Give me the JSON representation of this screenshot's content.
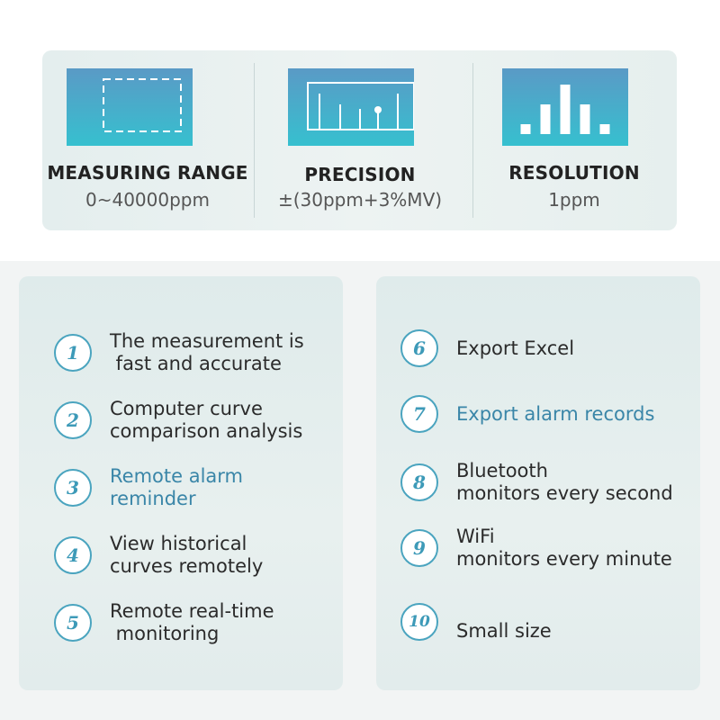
{
  "specs": [
    {
      "icon": "dashed-frame-icon",
      "title": "MEASURING RANGE",
      "value": "0~40000ppm"
    },
    {
      "icon": "ruler-scale-icon",
      "title": "PRECISION",
      "value": "±(30ppm+3%MV)"
    },
    {
      "icon": "pixel-triangle-icon",
      "title": "RESOLUTION",
      "value": "1ppm"
    }
  ],
  "features_left": [
    {
      "num": "1",
      "line1": "The measurement is",
      "line2": " fast and accurate"
    },
    {
      "num": "2",
      "line1": "Computer curve",
      "line2": "comparison analysis"
    },
    {
      "num": "3",
      "line1": "Remote alarm",
      "line2": "reminder"
    },
    {
      "num": "4",
      "line1": "View historical",
      "line2": "curves remotely"
    },
    {
      "num": "5",
      "line1": "Remote real-time",
      "line2": " monitoring"
    }
  ],
  "features_right": [
    {
      "num": "6",
      "line1": "Export Excel",
      "line2": ""
    },
    {
      "num": "7",
      "line1": "Export alarm records",
      "line2": ""
    },
    {
      "num": "8",
      "line1": "Bluetooth",
      "line2": "monitors every second"
    },
    {
      "num": "9",
      "line1": "WiFi",
      "line2": "monitors every minute"
    },
    {
      "num": "10",
      "line1": "Small size",
      "line2": ""
    }
  ],
  "colors": {
    "banner_top": "#5a9ac6",
    "banner_bottom": "#36c0cf",
    "accent_text": "#3a86a8",
    "number_ring": "#4aa4bf"
  }
}
